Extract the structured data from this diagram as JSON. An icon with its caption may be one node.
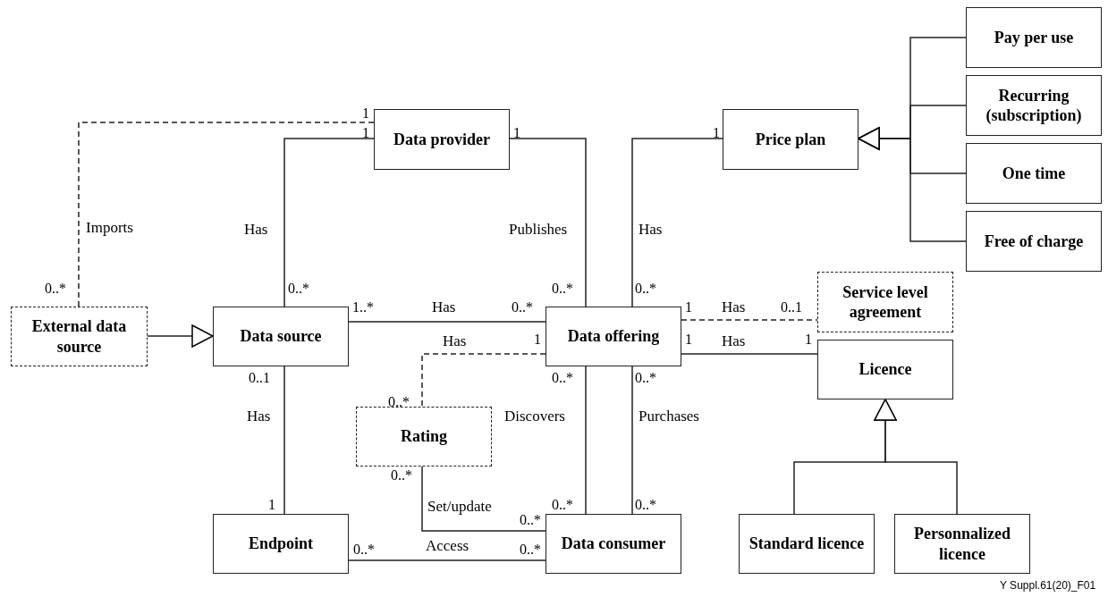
{
  "diagram": {
    "nodes": [
      {
        "text": [
          "Data provider"
        ]
      },
      {
        "text": [
          "Price plan"
        ]
      },
      {
        "text": [
          "Pay per use"
        ]
      },
      {
        "text": [
          "Recurring (subscription)"
        ]
      },
      {
        "text": [
          "One time"
        ]
      },
      {
        "text": [
          "Free of charge"
        ]
      },
      {
        "text": [
          "External data source"
        ]
      },
      {
        "text": [
          "Data source"
        ]
      },
      {
        "text": [
          "Data offering"
        ]
      },
      {
        "text": [
          "Service level agreement"
        ]
      },
      {
        "text": [
          "Licence"
        ]
      },
      {
        "text": [
          "Rating"
        ]
      },
      {
        "text": [
          "Endpoint"
        ]
      },
      {
        "text": [
          "Data consumer"
        ]
      },
      {
        "text": [
          "Standard licence"
        ]
      },
      {
        "text": [
          "Personnalized licence"
        ]
      }
    ],
    "edges": [
      {
        "from": 6,
        "to": 0,
        "arrow": "none",
        "label": "Imports",
        "style": "dashed"
      },
      {
        "from": 7,
        "to": 0,
        "arrow": "none",
        "label": "Has"
      },
      {
        "from": 0,
        "to": 8,
        "arrow": "none",
        "label": "Publishes"
      },
      {
        "from": 8,
        "to": 1,
        "arrow": "none",
        "label": "Has"
      },
      {
        "from": 2,
        "to": 1,
        "arrow": "to"
      },
      {
        "from": 3,
        "to": 1,
        "arrow": "to"
      },
      {
        "from": 4,
        "to": 1,
        "arrow": "to"
      },
      {
        "from": 5,
        "to": 1,
        "arrow": "to"
      },
      {
        "from": 6,
        "to": 7,
        "arrow": "to"
      },
      {
        "from": 7,
        "to": 8,
        "arrow": "none",
        "label": "Has"
      },
      {
        "from": 8,
        "to": 9,
        "arrow": "none",
        "label": "Has",
        "style": "dashed"
      },
      {
        "from": 8,
        "to": 10,
        "arrow": "none",
        "label": "Has"
      },
      {
        "from": 8,
        "to": 11,
        "arrow": "none",
        "label": "Has",
        "style": "dashed"
      },
      {
        "from": 7,
        "to": 12,
        "arrow": "none",
        "label": "Has"
      },
      {
        "from": 8,
        "to": 13,
        "arrow": "none",
        "label": "Discovers"
      },
      {
        "from": 8,
        "to": 13,
        "arrow": "none",
        "label": "Purchases"
      },
      {
        "from": 11,
        "to": 13,
        "arrow": "none",
        "label": "Set/update"
      },
      {
        "from": 12,
        "to": 13,
        "arrow": "none",
        "label": "Access"
      },
      {
        "from": 14,
        "to": 10,
        "arrow": "to"
      },
      {
        "from": 15,
        "to": 10,
        "arrow": "to"
      }
    ],
    "labels": [
      "1",
      "1",
      "1",
      "1",
      "0..*",
      "0..*",
      "0..*",
      "0..*",
      "1..*",
      "0..*",
      "1",
      "0..1",
      "1",
      "1",
      "1",
      "0..1",
      "0..*",
      "0..*",
      "0..*",
      "0..*",
      "1",
      "0..*",
      "0..*",
      "0..*",
      "0..*",
      "0..*",
      "Y Suppl.61(20)_F01"
    ]
  }
}
